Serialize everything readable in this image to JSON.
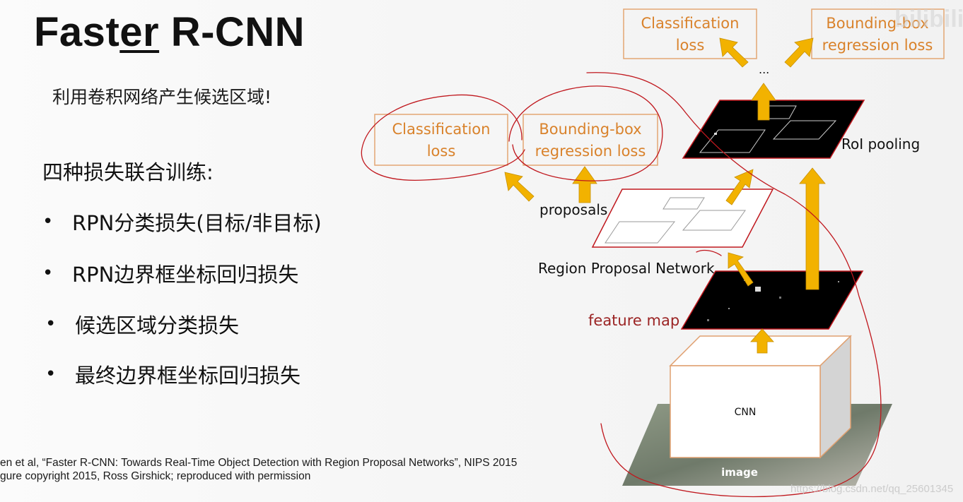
{
  "slide": {
    "title_prefix": "Fast",
    "title_underlined": "er",
    "title_suffix": " R-CNN",
    "subtitle": "利用卷积网络产生候选区域!",
    "losses_heading": "四种损失联合训练:",
    "bullets": [
      "RPN分类损失(目标/非目标)",
      "RPN边界框坐标回归损失",
      "候选区域分类损失",
      "最终边界框坐标回归损失"
    ],
    "bullet_glyph": "•",
    "citation_line1": "en et al, “Faster R-CNN: Towards Real-Time Object Detection with Region Proposal Networks”, NIPS 2015",
    "citation_line2": "gure copyright 2015, Ross Girshick; reproduced with permission"
  },
  "diagram": {
    "rpn_cls_loss_line1": "Classification",
    "rpn_cls_loss_line2": "loss",
    "rpn_bbox_loss_line1": "Bounding-box",
    "rpn_bbox_loss_line2": "regression loss",
    "final_cls_loss_line1": "Classification",
    "final_cls_loss_line2": "loss",
    "final_bbox_loss_line1": "Bounding-box",
    "final_bbox_loss_line2": "regression loss",
    "ellipsis": "...",
    "roi_pooling": "RoI pooling",
    "proposals": "proposals",
    "rpn": "Region Proposal Network",
    "feature_map": "feature map",
    "cnn": "CNN",
    "image": "image"
  },
  "watermark": {
    "logo": "bilibili",
    "url": "https://blog.csdn.net/qq_25601345"
  },
  "colors": {
    "loss_text": "#d9822b",
    "loss_border": "#e3a673",
    "arrow": "#f2b200",
    "arrow_edge": "#c79000",
    "annotation_red": "#c0181e",
    "feature_map_label": "#9b2424"
  }
}
